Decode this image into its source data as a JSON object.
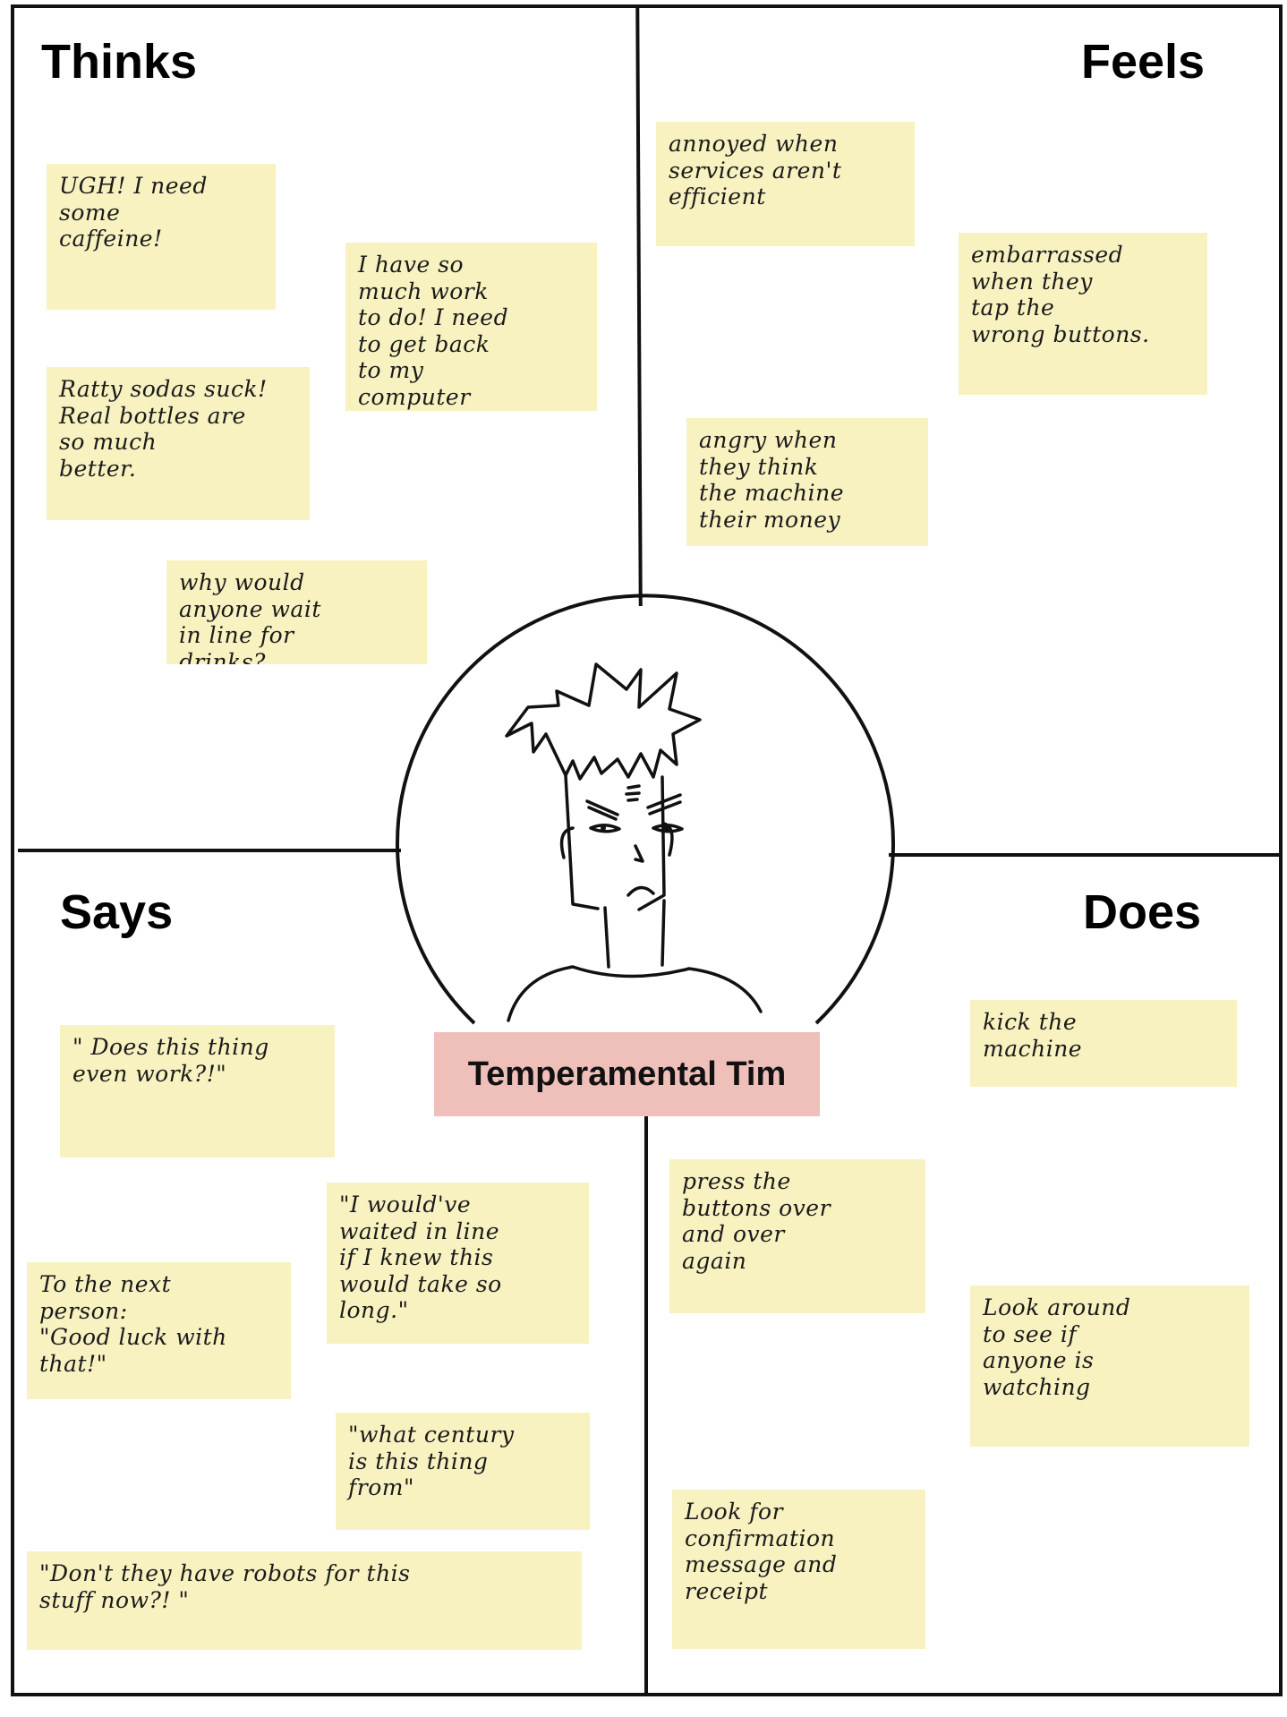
{
  "quadrants": {
    "thinks": "Thinks",
    "feels": "Feels",
    "says": "Says",
    "does": "Does"
  },
  "persona": {
    "name": "Temperamental Tim"
  },
  "notes": {
    "thinks": [
      "UGH! I need\nsome\ncaffeine!",
      "I have so\nmuch work\nto do! I need\nto get back\nto my\ncomputer",
      "Ratty sodas suck!\nReal bottles are\nso much\nbetter.",
      "why would\nanyone wait\nin line for\ndrinks?"
    ],
    "feels": [
      "annoyed when\nservices aren't\nefficient",
      "embarrassed\nwhen they\ntap the\nwrong buttons.",
      "angry when\nthey think\nthe machine\ntheir money"
    ],
    "says": [
      "\" Does this thing\neven work?!\"",
      "\"I would've\nwaited in line\nif I knew this\nwould take so\nlong.\"",
      "To the next\nperson:\n\"Good luck with\nthat!\"",
      "\"what century\nis this thing\nfrom\"",
      "\"Don't they have robots for this\nstuff now?! \""
    ],
    "does": [
      "kick  the\nmachine",
      "press the\nbuttons over\nand over\nagain",
      "Look around\nto see if\nanyone is\nwatching",
      "Look for\nconfirmation\nmessage and\nreceipt"
    ]
  }
}
